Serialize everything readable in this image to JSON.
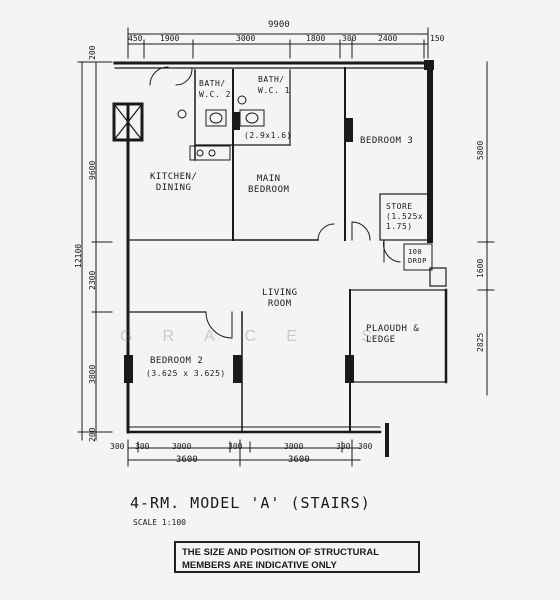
{
  "plan": {
    "top_dims": {
      "overall": "9900",
      "segments": [
        "450",
        "1900",
        "3000",
        "1800",
        "300",
        "2400",
        "150"
      ]
    },
    "left_dims": {
      "overall": "12100",
      "upper": "9600",
      "mid": "2300",
      "lower": "3800",
      "tiny": "200",
      "tiny_bottom": "200"
    },
    "right_dims": {
      "upper": "5800",
      "mid": "1600",
      "lower": "2825"
    },
    "bottom_dims": {
      "segments": [
        "300",
        "300",
        "3000",
        "300",
        "3000",
        "300",
        "300"
      ],
      "totals": [
        "3600",
        "3600"
      ]
    },
    "rooms": {
      "kitchen": "KITCHEN/\nDINING",
      "bath2": "BATH/\nW.C. 2",
      "bath1": "BATH/\nW.C. 1",
      "bath1_size": "(2.9x1.6)",
      "main_bedroom": "MAIN\nBEDROOM",
      "bedroom3": "BEDROOM 3",
      "store": "STORE\n(1.525x\n1.75)",
      "dry": "100\nDROP",
      "living": "LIVING\nROOM",
      "bedroom2": "BEDROOM 2",
      "bedroom2_size": "(3.625 x 3.625)",
      "planter": "PLAOUDH &\nLEDGE"
    }
  },
  "watermark": "GRACE S",
  "title": "4-RM. MODEL 'A' (STAIRS)",
  "scale": "SCALE 1:100",
  "note": "THE SIZE AND POSITION OF STRUCTURAL MEMBERS ARE INDICATIVE ONLY"
}
